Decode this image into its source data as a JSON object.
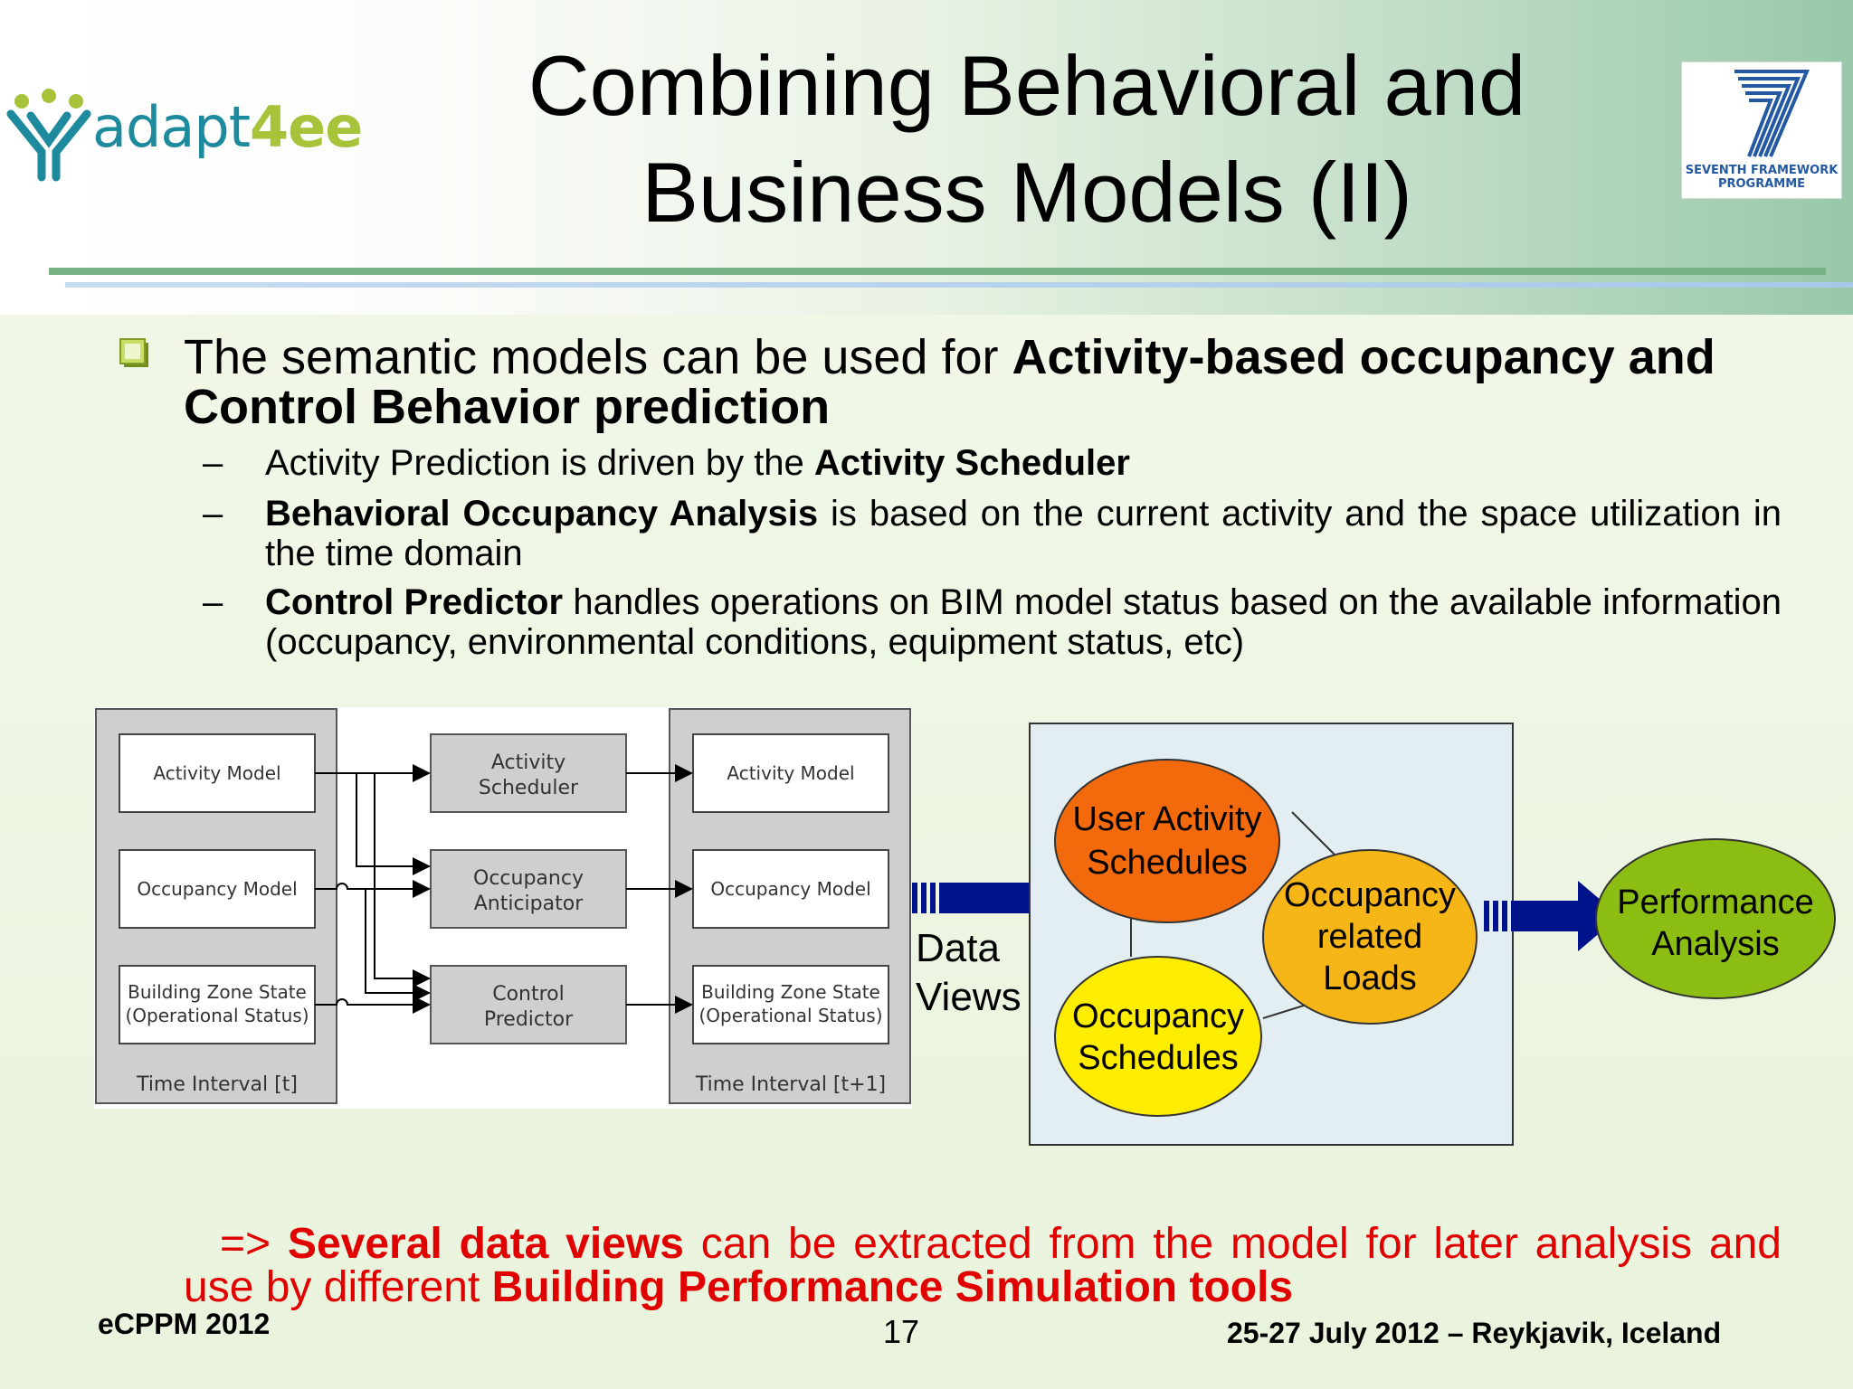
{
  "title": {
    "line1": "Combining Behavioral and",
    "line2": "Business Models (II)"
  },
  "logo": {
    "name_main": "adapt",
    "name_accent": "4ee"
  },
  "fp7": {
    "line1": "SEVENTH FRAMEWORK",
    "line2": "PROGRAMME"
  },
  "colors": {
    "header_rule": "#76b283",
    "accent_red": "#e00000",
    "bullet": "#9bbb3a",
    "arrow": "#00138a"
  },
  "bullet": {
    "text_plain": "The semantic models can be used for ",
    "text_bold": "Activity-based occupancy and Control Behavior prediction"
  },
  "subbullets": [
    {
      "dash": "–",
      "plain_before": "Activity Prediction is driven by the ",
      "bold": "Activity Scheduler",
      "plain_after": ""
    },
    {
      "dash": "–",
      "plain_before": "",
      "bold": "Behavioral Occupancy Analysis",
      "plain_after": " is based on the current activity and the space utilization in the time domain"
    },
    {
      "dash": "–",
      "plain_before": "",
      "bold": "Control Predictor",
      "plain_after": " handles operations on BIM model status based on the available information (occupancy, environmental conditions, equipment status, etc)"
    }
  ],
  "diagram": {
    "left_models": [
      "Activity Model",
      "Occupancy Model",
      "Building Zone State",
      "(Operational Status)"
    ],
    "left_time": "Time Interval [t]",
    "middle": [
      "Activity",
      "Scheduler",
      "Occupancy",
      "Anticipator",
      "Control",
      "Predictor"
    ],
    "right_models": [
      "Activity Model",
      "Occupancy Model",
      "Building Zone State",
      "(Operational Status)"
    ],
    "right_time": "Time Interval [t+1]",
    "data_views_1": "Data",
    "data_views_2": "Views",
    "user_activity_1": "User Activity",
    "user_activity_2": "Schedules",
    "occupancy_loads_1": "Occupancy",
    "occupancy_loads_2": "related",
    "occupancy_loads_3": "Loads",
    "occupancy_schedules_1": "Occupancy",
    "occupancy_schedules_2": "Schedules",
    "performance_1": "Performance",
    "performance_2": "Analysis"
  },
  "conclusion": {
    "arrow": "=> ",
    "bold1": "Several data views",
    "plain": " can be extracted from the model for later analysis and use by different ",
    "bold2": "Building Performance Simulation tools"
  },
  "footer": {
    "left": "eCPPM 2012",
    "page": "17",
    "right": "25-27 July 2012 – Reykjavik, Iceland"
  }
}
